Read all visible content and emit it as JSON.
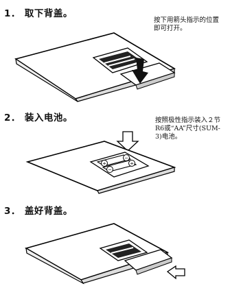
{
  "steps": [
    {
      "number": "1．",
      "title": "取下背盖。",
      "note": "按下用箭头指示的位置\n即可打开。"
    },
    {
      "number": "2．",
      "title": "装入电池。",
      "note": "按照极性指示装入２节\nR6或“AA”尺寸(SUM-\n3)电池。"
    },
    {
      "number": "3．",
      "title": "盖好背盖。",
      "note": ""
    }
  ],
  "battery_marks": [
    "+",
    "−",
    "−",
    "+"
  ]
}
